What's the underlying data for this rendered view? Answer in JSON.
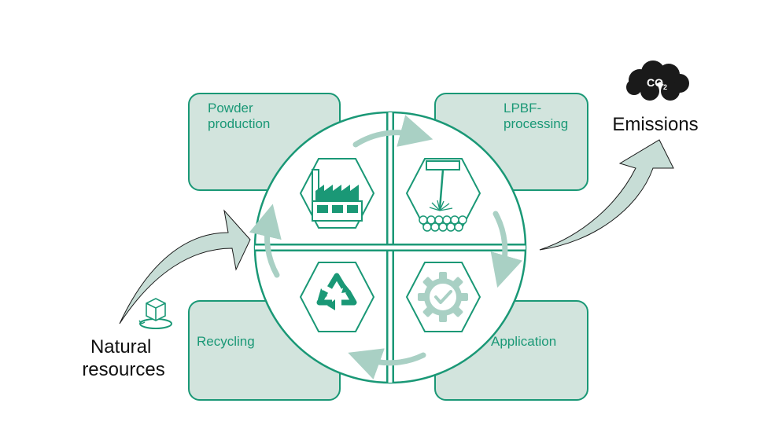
{
  "stages": {
    "powder_production": [
      "Powder",
      "production"
    ],
    "lpbf_processing": [
      "LPBF-",
      "processing"
    ],
    "recycling": [
      "Recycling"
    ],
    "application": [
      "Application"
    ]
  },
  "inputs": {
    "natural_resources": [
      "Natural",
      "resources"
    ]
  },
  "outputs": {
    "emissions": "Emissions",
    "co2": {
      "main": "CO",
      "sub": "2"
    }
  },
  "colors": {
    "accent": "#1a9876",
    "box_fill": "#d2e4dd",
    "box_stroke": "#1a9876",
    "flow_arrow": "#c7ddd6",
    "cycle_arrow": "#a9d0c4",
    "cloud": "#1a1a1a"
  },
  "icons": [
    "factory-icon",
    "laser-powder-bed-icon",
    "recycle-icon",
    "gear-check-icon",
    "cube-icon",
    "co2-cloud-icon"
  ]
}
